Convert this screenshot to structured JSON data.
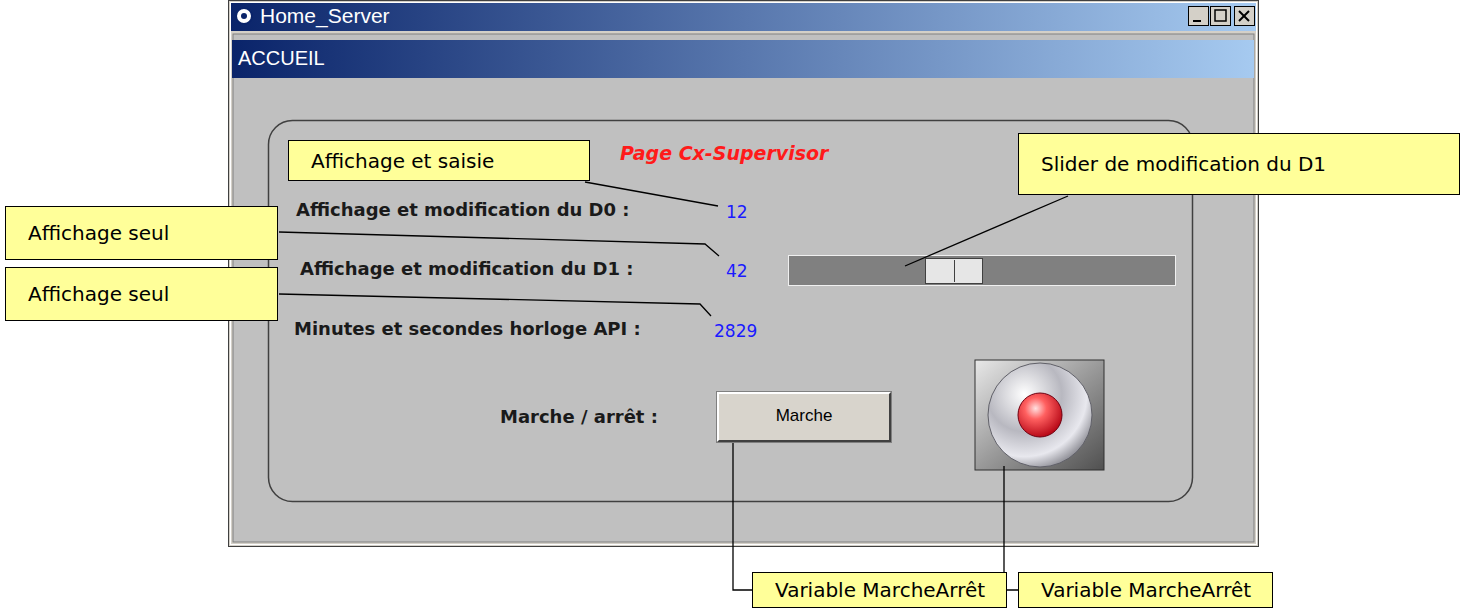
{
  "diagram": {
    "nodes": [
      {
        "text": [
          "Home_Server"
        ]
      },
      {
        "text": [
          "ACCUEIL"
        ],
        "in": 0
      },
      {
        "text": [
          "Marche"
        ],
        "in": 0
      },
      {
        "text": [
          "Affichage et saisie"
        ]
      },
      {
        "text": [
          "Slider de modification du D1"
        ]
      },
      {
        "text": [
          "Affichage seul"
        ]
      },
      {
        "text": [
          "Affichage seul"
        ]
      },
      {
        "text": [
          "Variable MarcheArrêt"
        ]
      },
      {
        "text": [
          "Variable MarcheArrêt"
        ]
      }
    ],
    "edges": [
      {
        "from": 7,
        "to": 2,
        "arrow": "none"
      }
    ],
    "labels": [
      "Page Cx-Supervisor",
      "Affichage et modification du D0 :",
      "12",
      "Affichage et modification du D1 :",
      "42",
      "Minutes et secondes horloge API :",
      "2829",
      "Marche / arrêt :"
    ]
  }
}
